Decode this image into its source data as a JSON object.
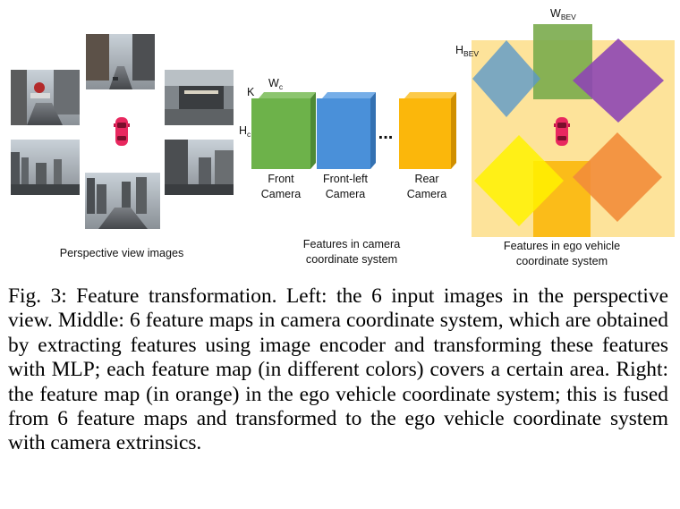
{
  "figure": {
    "panels": {
      "left": {
        "caption": "Perspective view images"
      },
      "middle": {
        "caption_line1": "Features in camera",
        "caption_line2": "coordinate system",
        "dim_k": "K",
        "dim_w": "W",
        "dim_w_sub": "c",
        "dim_h": "H",
        "dim_h_sub": "c",
        "ellipsis": "...",
        "maps": [
          {
            "line1": "Front",
            "line2": "Camera",
            "color": "#6db24a"
          },
          {
            "line1": "Front-left",
            "line2": "Camera",
            "color": "#4a90d9"
          },
          {
            "line1": "Rear",
            "line2": "Camera",
            "color": "#fbb70b"
          }
        ]
      },
      "right": {
        "caption_line1": "Features in ego vehicle",
        "caption_line2": "coordinate system",
        "dim_w": "W",
        "dim_w_sub": "BEV",
        "dim_h": "H",
        "dim_h_sub": "BEV",
        "background_color": "#fde39a"
      }
    }
  },
  "caption": {
    "text": "Fig. 3: Feature transformation. Left: the 6 input images in the perspective view. Middle: 6 feature maps in camera coordinate system, which are obtained by extracting features using image encoder and transforming these features with MLP; each feature map (in different colors) covers a certain area. Right: the feature map (in orange) in the ego vehicle coordinate system; this is fused from 6 feature maps and transformed to the ego vehicle coordinate system with camera extrinsics."
  }
}
